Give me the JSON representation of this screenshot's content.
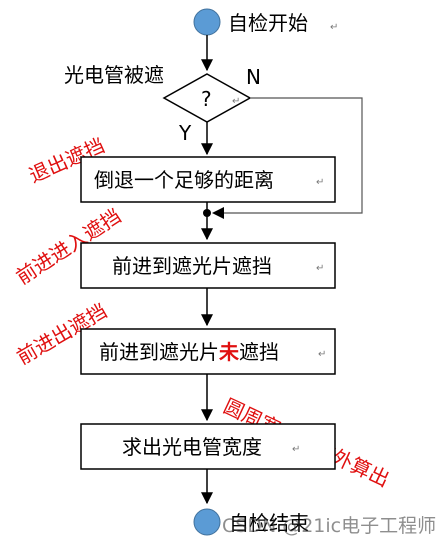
{
  "start": {
    "label": "自检开始"
  },
  "decision": {
    "question": "光电管被遮",
    "symbol": "?",
    "no_label": "N",
    "yes_label": "Y"
  },
  "steps": [
    {
      "label": "倒退一个足够的距离"
    },
    {
      "label": "前进到遮光片遮挡"
    },
    {
      "label_parts": [
        "前进到遮光片",
        "未",
        "遮挡"
      ]
    },
    {
      "label": "求出光电管宽度"
    }
  ],
  "end": {
    "label": "自检结束"
  },
  "annotations": [
    "退出遮挡",
    "前进进入遮挡",
    "前进出遮挡",
    "圆周宽度程序外算出"
  ],
  "watermark": "CSDN @21ic电子工程师",
  "colors": {
    "terminal_fill": "#5b9bd5",
    "annotation_red": "#e01010",
    "highlight_red": "#e01010",
    "line": "#000000",
    "loop_line": "#555555"
  }
}
